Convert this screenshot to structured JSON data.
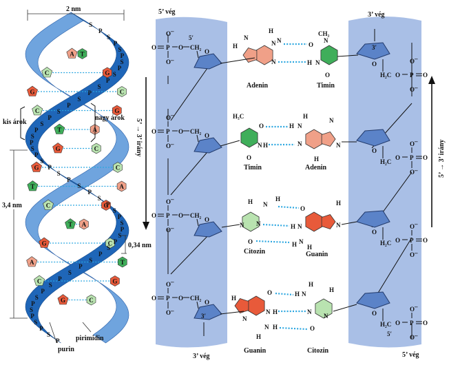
{
  "helix": {
    "width_label": "2 nm",
    "minor_groove": "kis árok",
    "major_groove": "nagy árok",
    "pitch_label": "3,4 nm",
    "rise_label": "0,34 nm",
    "purine": "purin",
    "pyrimidine": "pirimidin",
    "sugar_letter": "S",
    "phosphate_letter": "P",
    "rungs": [
      {
        "left": "A",
        "right": "T",
        "lc": "#f0a088",
        "rc": "#3fae5a"
      },
      {
        "left": "C",
        "right": "G",
        "lc": "#b9e3b0",
        "rc": "#e85a3a"
      },
      {
        "left": "G",
        "right": "C",
        "lc": "#e85a3a",
        "rc": "#b9e3b0"
      },
      {
        "left": "C",
        "right": "G",
        "lc": "#b9e3b0",
        "rc": "#e85a3a"
      },
      {
        "left": "T",
        "right": "A",
        "lc": "#3fae5a",
        "rc": "#f0a088"
      },
      {
        "left": "G",
        "right": "C",
        "lc": "#e85a3a",
        "rc": "#b9e3b0"
      },
      {
        "left": "G",
        "right": "C",
        "lc": "#e85a3a",
        "rc": "#b9e3b0"
      },
      {
        "left": "T",
        "right": "A",
        "lc": "#3fae5a",
        "rc": "#f0a088"
      },
      {
        "left": "C",
        "right": "G",
        "lc": "#b9e3b0",
        "rc": "#e85a3a"
      },
      {
        "left": "T",
        "right": "A",
        "lc": "#3fae5a",
        "rc": "#f0a088"
      },
      {
        "left": "G",
        "right": "C",
        "lc": "#e85a3a",
        "rc": "#b9e3b0"
      },
      {
        "left": "A",
        "right": "T",
        "lc": "#f0a088",
        "rc": "#3fae5a"
      },
      {
        "left": "C",
        "right": "G",
        "lc": "#b9e3b0",
        "rc": "#e85a3a"
      },
      {
        "left": "G",
        "right": "C",
        "lc": "#e85a3a",
        "rc": "#b9e3b0"
      }
    ]
  },
  "strands": {
    "left_top": "5’ vég",
    "left_bottom": "3’ vég",
    "right_top": "3’ vég",
    "right_bottom": "5’ vég",
    "left_direction": "5’ → 3’ irány",
    "right_direction": "5’ → 3’ irány",
    "five_prime": "5′",
    "three_prime": "3′",
    "ch2": "CH₂",
    "h2c": "H₂C"
  },
  "atoms": {
    "O": "O",
    "P": "P",
    "N": "N",
    "H": "H",
    "minus": "–",
    "ch3": "CH₃",
    "h3c": "H₃C"
  },
  "pairs": [
    {
      "left": "Adenin",
      "right": "Timin"
    },
    {
      "left": "Timin",
      "right": "Adenin"
    },
    {
      "left": "Citozin",
      "right": "Guanin"
    },
    {
      "left": "Guanin",
      "right": "Citozin"
    }
  ],
  "colors": {
    "strand_band": "#a9bfe6",
    "ribbon_dark": "#1f66b8",
    "ribbon_light": "#6fa4de",
    "sugar": "#5b83c8",
    "adenine": "#f0a088",
    "thymine": "#3fae5a",
    "cytosine": "#b9e3b0",
    "guanine": "#e85a3a",
    "hbond": "#2aa6e0"
  }
}
